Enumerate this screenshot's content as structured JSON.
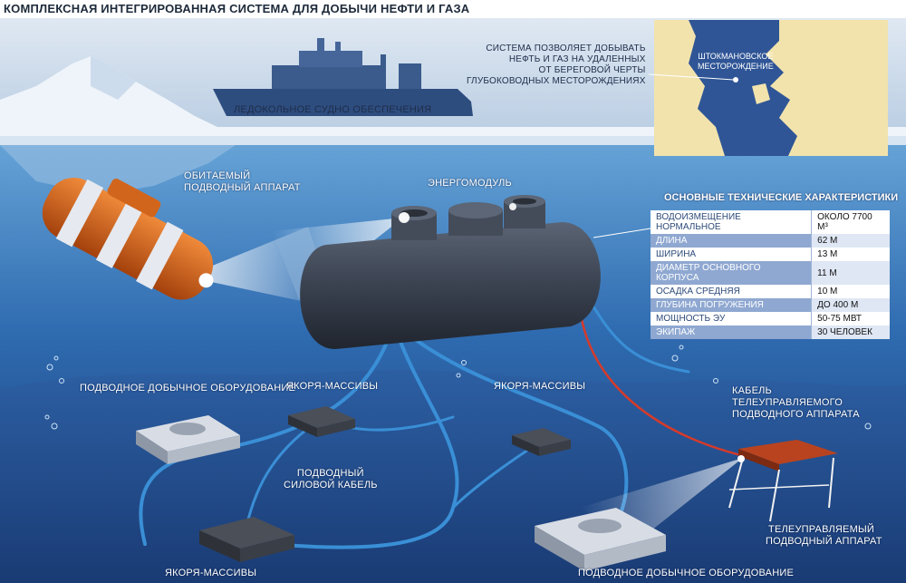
{
  "title": "КОМПЛЕКСНАЯ ИНТЕГРИРОВАННАЯ СИСТЕМА ДЛЯ ДОБЫЧИ НЕФТИ И ГАЗА",
  "labels": {
    "icebreaker": "ЛЕДОКОЛЬНОЕ СУДНО ОБЕСПЕЧЕНИЯ",
    "manned_sub": [
      "ОБИТАЕМЫЙ",
      "ПОДВОДНЫЙ АППАРАТ"
    ],
    "energy_module": "ЭНЕРГОМОДУЛЬ",
    "production_equipment_top": "ПОДВОДНОЕ ДОБЫЧНОЕ ОБОРУДОВАНИЕ",
    "anchors_1": "ЯКОРЯ-МАССИВЫ",
    "anchors_2": "ЯКОРЯ-МАССИВЫ",
    "anchors_3": "ЯКОРЯ-МАССИВЫ",
    "power_cable": [
      "ПОДВОДНЫЙ",
      "СИЛОВОЙ КАБЕЛЬ"
    ],
    "rov_cable": [
      "КАБЕЛЬ",
      "ТЕЛЕУПРАВЛЯЕМОГО",
      "ПОДВОДНОГО АППАРАТА"
    ],
    "rov": [
      "ТЕЛЕУПРАВЛЯЕМЫЙ",
      "ПОДВОДНЫЙ АППАРАТ"
    ],
    "production_equipment_bottom": "ПОДВОДНОЕ ДОБЫЧНОЕ ОБОРУДОВАНИЕ"
  },
  "callout": [
    "СИСТЕМА ПОЗВОЛЯЕТ ДОБЫВАТЬ",
    "НЕФТЬ И ГАЗ НА УДАЛЕННЫХ",
    "ОТ БЕРЕГОВОЙ ЧЕРТЫ",
    "ГЛУБОКОВОДНЫХ МЕСТОРОЖДЕНИЯХ"
  ],
  "map": {
    "field_label": [
      "ШТОКМАНОВСКОЕ",
      "МЕСТОРОЖДЕНИЕ"
    ]
  },
  "specs": {
    "title": "ОСНОВНЫЕ ТЕХНИЧЕСКИЕ ХАРАКТЕРИСТИКИ",
    "rows": [
      {
        "label": "ВОДОИЗМЕЩЕНИЕ НОРМАЛЬНОЕ",
        "value": "ОКОЛО 7700 М³"
      },
      {
        "label": "ДЛИНА",
        "value": "62 М"
      },
      {
        "label": "ШИРИНА",
        "value": "13 М"
      },
      {
        "label": "ДИАМЕТР ОСНОВНОГО КОРПУСА",
        "value": "11 М"
      },
      {
        "label": "ОСАДКА СРЕДНЯЯ",
        "value": "10 М"
      },
      {
        "label": "ГЛУБИНА ПОГРУЖЕНИЯ",
        "value": "ДО 400 М"
      },
      {
        "label": "МОЩНОСТЬ ЭУ",
        "value": "50-75 МВт"
      },
      {
        "label": "ЭКИПАЖ",
        "value": "30 ЧЕЛОВЕК"
      }
    ]
  },
  "colors": {
    "sky": "#cfdcea",
    "sea_top": "#5a9bd0",
    "sea_bottom": "#1d3f7a",
    "ice": "#eef4fa",
    "map_land": "#f2e3ad",
    "map_sea": "#2f5596",
    "energy_module": "#3a4250",
    "sub_orange": "#d2651c",
    "cable_blue": "#3a8fd6",
    "cable_red": "#d63a2a"
  },
  "icons": [
    "icebreaker-icon",
    "manned-submarine-icon",
    "energy-module-icon",
    "production-module-icon",
    "anchor-block-icon",
    "rov-icon"
  ]
}
